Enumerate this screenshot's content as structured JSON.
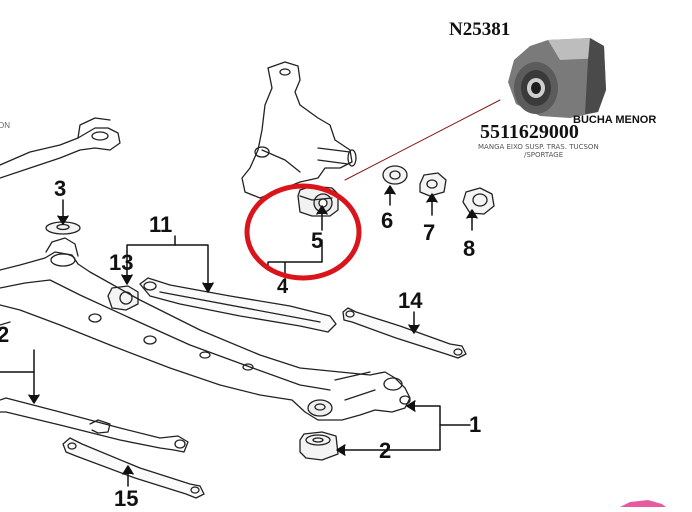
{
  "header": {
    "code_top": "N25381",
    "part_number": "5511629000",
    "bucha_label": "BUCHA MENOR",
    "description_line1": "MANGA EIXO SUSP. TRAS. TUCSON",
    "description_line2": "/SPORTAGE",
    "edge_fragment": "ON"
  },
  "callouts": {
    "n1": "1",
    "n2": "2",
    "n2_left": "2",
    "n3": "3",
    "n4": "4",
    "n5": "5",
    "n6": "6",
    "n7": "7",
    "n8": "8",
    "n11": "11",
    "n13": "13",
    "n14": "14",
    "n15": "15"
  },
  "colors": {
    "highlight_circle": "#d9151b",
    "leader_line": "#8a1a1a",
    "bushing_body": "#6f6f6f",
    "bushing_dark": "#2e2e2e"
  }
}
